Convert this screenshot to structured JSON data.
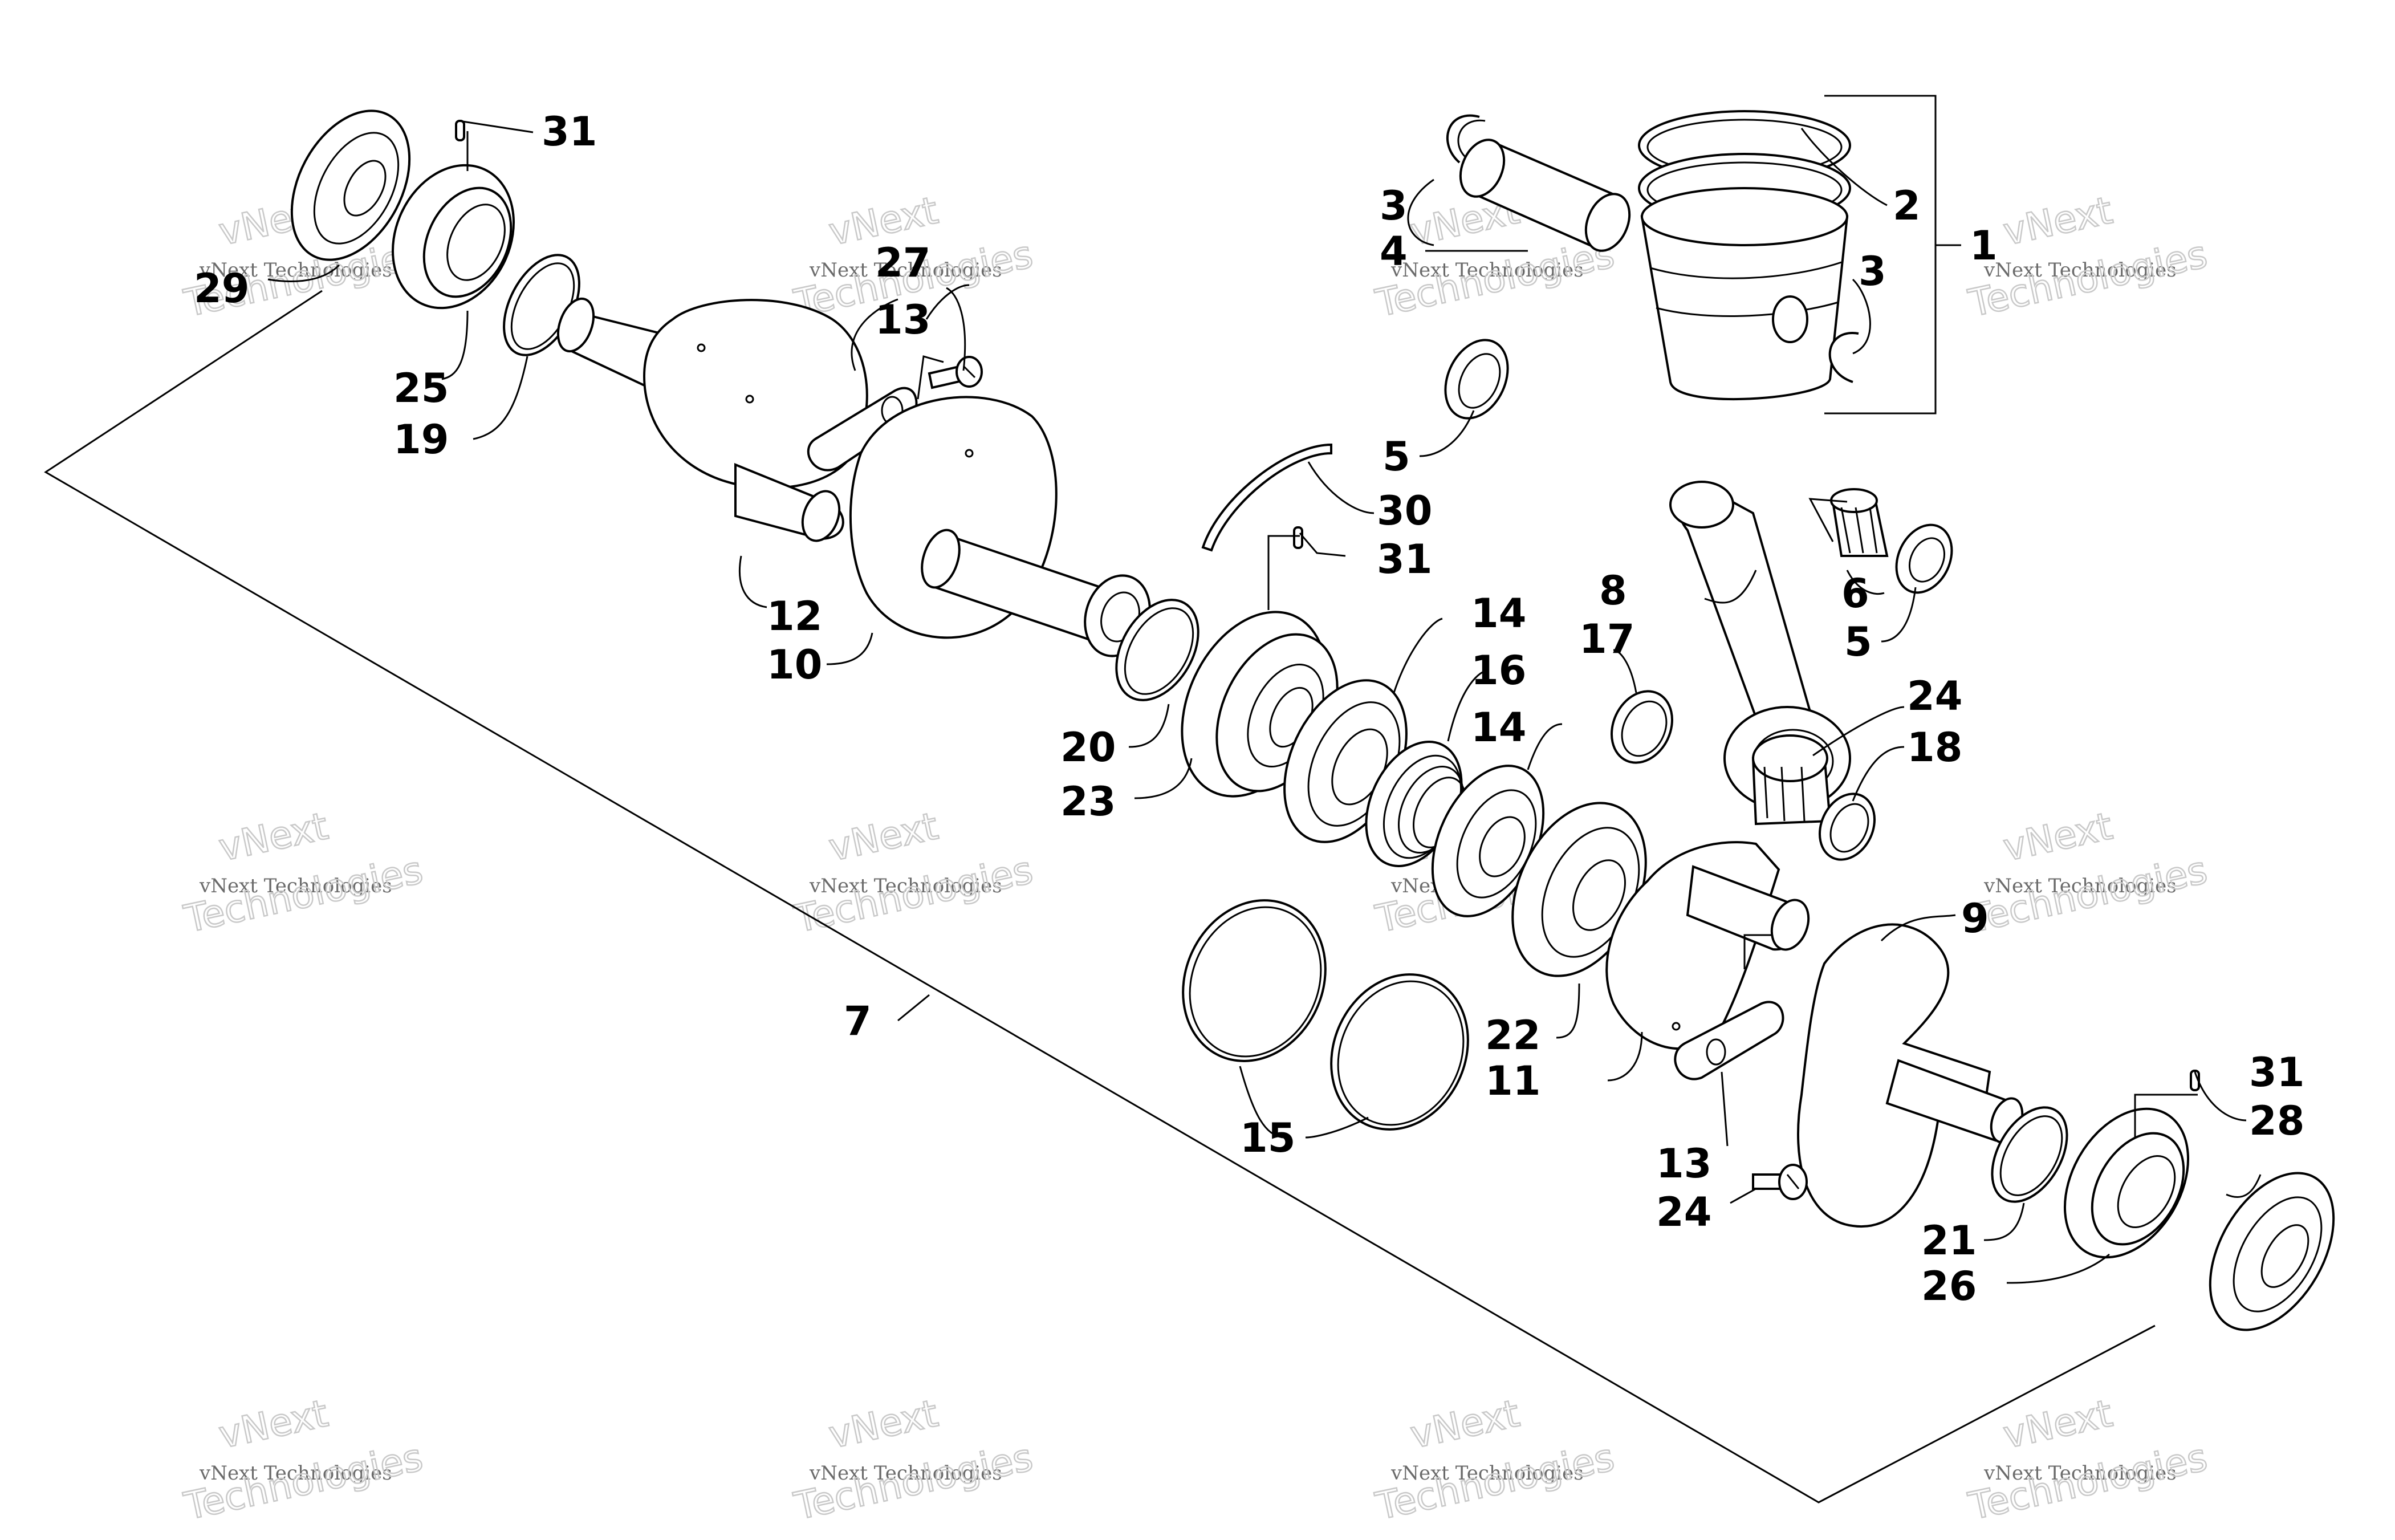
{
  "callouts": {
    "c1": "1",
    "c2": "2",
    "c3a": "3",
    "c3b": "3",
    "c4": "4",
    "c5a": "5",
    "c5b": "5",
    "c6": "6",
    "c7": "7",
    "c8": "8",
    "c9": "9",
    "c10": "10",
    "c11": "11",
    "c12": "12",
    "c13a": "13",
    "c13b": "13",
    "c14a": "14",
    "c14b": "14",
    "c15": "15",
    "c16": "16",
    "c17": "17",
    "c18": "18",
    "c19": "19",
    "c20": "20",
    "c21": "21",
    "c22": "22",
    "c23": "23",
    "c24a": "24",
    "c24b": "24",
    "c25": "25",
    "c26": "26",
    "c27": "27",
    "c28": "28",
    "c29": "29",
    "c30": "30",
    "c31a": "31",
    "c31b": "31",
    "c31c": "31"
  },
  "watermark": {
    "line1": "vNext Technologies",
    "line2": "vNext",
    "line3": "Technologies"
  }
}
